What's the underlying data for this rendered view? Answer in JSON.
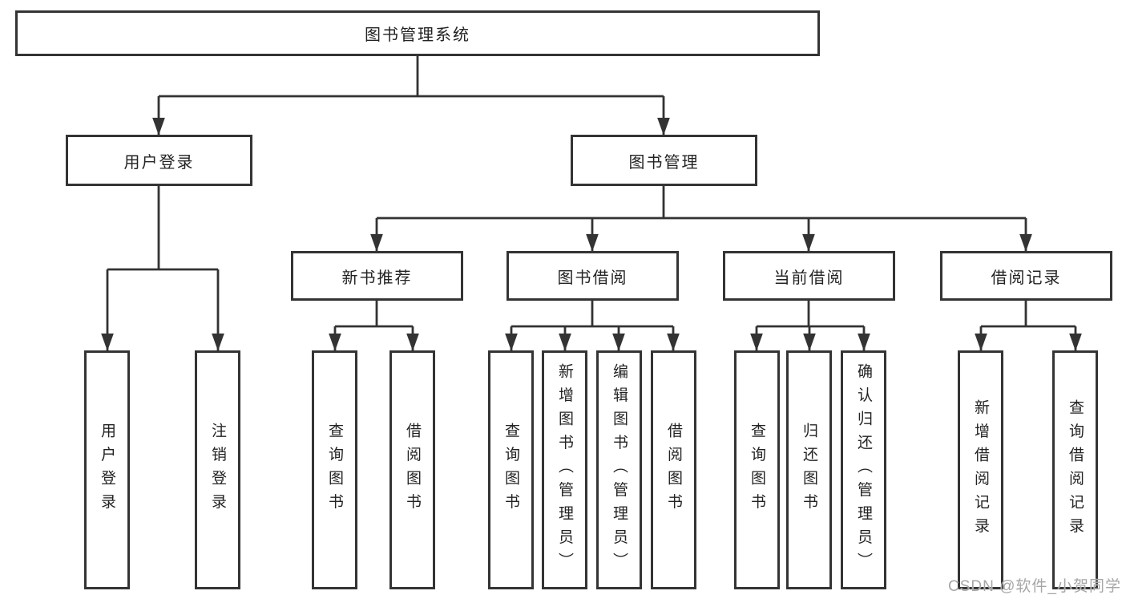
{
  "diagram": {
    "root": {
      "label": "图书管理系统"
    },
    "level2": [
      {
        "label": "用户登录"
      },
      {
        "label": "图书管理"
      }
    ],
    "level3": [
      {
        "label": "新书推荐"
      },
      {
        "label": "图书借阅"
      },
      {
        "label": "当前借阅"
      },
      {
        "label": "借阅记录"
      }
    ],
    "leaves": {
      "user_login": [
        "用户登录",
        "注销登录"
      ],
      "new_book_recommend": [
        "查询图书",
        "借阅图书"
      ],
      "book_borrow": [
        "查询图书",
        "新增图书（管理员）",
        "编辑图书（管理员）",
        "借阅图书"
      ],
      "current_borrow": [
        "查询图书",
        "归还图书",
        "确认归还（管理员）"
      ],
      "borrow_records": [
        "新增借阅记录",
        "查询借阅记录"
      ]
    }
  },
  "watermark": "CSDN @软件_小贺同学",
  "colors": {
    "line": "#333333",
    "box_border": "#343434",
    "text": "#232323",
    "watermark": "#a6a6a6",
    "background": "#ffffff"
  }
}
